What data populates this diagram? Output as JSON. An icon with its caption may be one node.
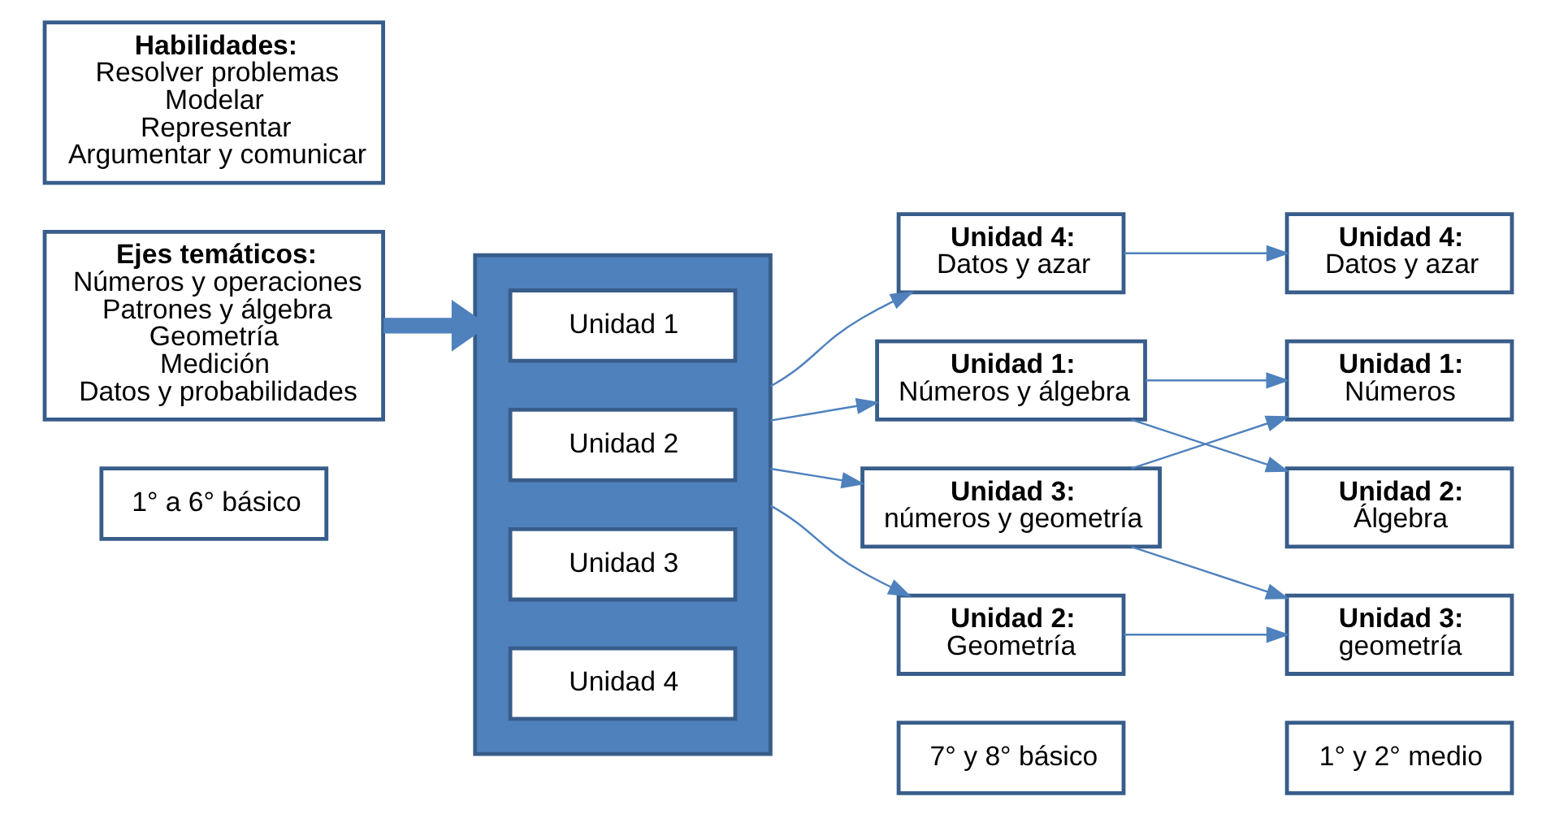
{
  "diagram": {
    "nodes": [
      {
        "text": [
          "1° a 6° básico"
        ]
      },
      {
        "text": [
          "7° y 8° básico"
        ]
      },
      {
        "text": [
          "1° y 2° medio"
        ]
      },
      {
        "text": [
          "Ejes temáticos:",
          "Números y operaciones",
          "Patrones y álgebra",
          "Geometría",
          "Medición",
          "Datos y probabilidades"
        ]
      },
      {
        "text": [
          "Habilidades:",
          "Resolver problemas",
          "Modelar",
          "Representar",
          "Argumentar y comunicar"
        ]
      },
      {
        "text": [],
        "shape": "box"
      },
      {
        "text": [
          "Unidad 1"
        ],
        "in": 5
      },
      {
        "text": [
          "Unidad 2"
        ],
        "in": 5
      },
      {
        "text": [
          "Unidad 3"
        ],
        "in": 5
      },
      {
        "text": [
          "Unidad 4"
        ],
        "in": 5
      },
      {
        "text": [
          "Unidad 1:",
          "Números y álgebra"
        ]
      },
      {
        "text": [
          "Unidad 2:",
          "Geometría"
        ]
      },
      {
        "text": [
          "Unidad 3:",
          "números y geometría"
        ]
      },
      {
        "text": [
          "Unidad 4:",
          "Datos y azar"
        ]
      },
      {
        "text": [
          "Unidad 1:",
          "Números"
        ]
      },
      {
        "text": [
          "Unidad 2:",
          "Álgebra"
        ]
      },
      {
        "text": [
          "Unidad 3:",
          "geometría"
        ]
      },
      {
        "text": [
          "Unidad 4:",
          "Datos y azar"
        ]
      }
    ],
    "edges": [
      {
        "from": 3,
        "to": 5,
        "arrow": "to",
        "style": "thick"
      },
      {
        "from": 5,
        "to": 10,
        "arrow": "to"
      },
      {
        "from": 5,
        "to": 11,
        "arrow": "to"
      },
      {
        "from": 5,
        "to": 12,
        "arrow": "to"
      },
      {
        "from": 5,
        "to": 13,
        "arrow": "to"
      },
      {
        "from": 10,
        "to": 14,
        "arrow": "to"
      },
      {
        "from": 10,
        "to": 15,
        "arrow": "to"
      },
      {
        "from": 11,
        "to": 16,
        "arrow": "to"
      },
      {
        "from": 12,
        "to": 14,
        "arrow": "to"
      },
      {
        "from": 12,
        "to": 16,
        "arrow": "to"
      },
      {
        "from": 13,
        "to": 17,
        "arrow": "to"
      }
    ]
  }
}
